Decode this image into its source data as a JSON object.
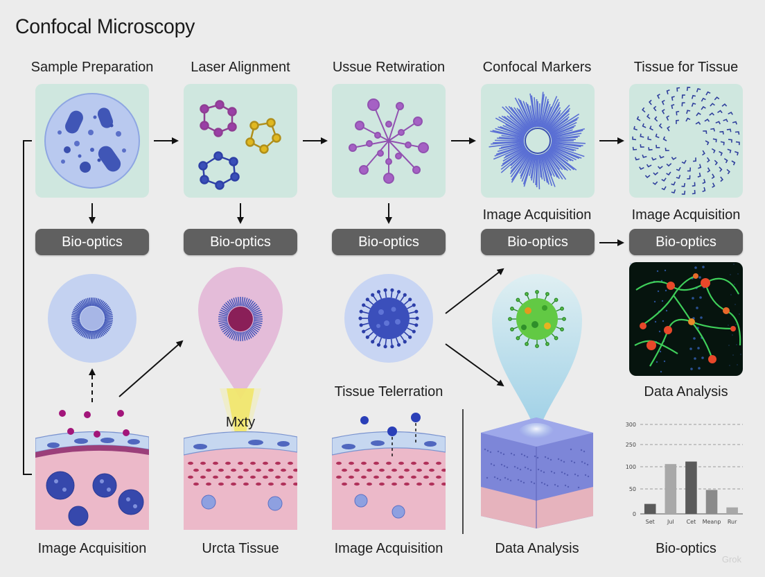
{
  "title": "Confocal Microscopy",
  "top_labels": [
    "Sample Preparation",
    "Laser Alignment",
    "Ussue Retwiration",
    "Confocal Markers",
    "Tissue for Tissue"
  ],
  "mid_labels": {
    "col4": "Image Acquisition",
    "col5": "Image Acquisition"
  },
  "pills": [
    "Bio-optics",
    "Bio-optics",
    "Bio-optics",
    "Bio-optics",
    "Bio-optics"
  ],
  "inner_labels": {
    "beam": "Mxty",
    "tissue_teleration": "Tissue Telerration",
    "data_analysis_right": "Data Analysis"
  },
  "bottom_labels": [
    "Image Acquisition",
    "Urcta Tissue",
    "Image Acquisition",
    "Data Analysis",
    "Bio-optics"
  ],
  "watermark": "Grok",
  "colors": {
    "panel_bg": "#cfe7df",
    "pill_bg": "#606060",
    "cell_blue": "#3c55b8",
    "cell_purple": "#9a4fb5",
    "tissue_pink": "#e8b7c7",
    "fluor_green": "#3fcf5a",
    "fluor_red": "#e8482a"
  },
  "chart_data": {
    "type": "bar",
    "categories": [
      "Set",
      "Jul",
      "Cet",
      "Meanp",
      "Rur"
    ],
    "values": [
      20,
      118,
      135,
      48,
      13
    ],
    "ylim": [
      0,
      300
    ],
    "yticks": [
      "0",
      "50",
      "100",
      "250",
      "300"
    ],
    "bar_colors": [
      "#5a5a5a",
      "#a8a8a8",
      "#5a5a5a",
      "#8a8a8a",
      "#a8a8a8"
    ],
    "grid": true
  }
}
